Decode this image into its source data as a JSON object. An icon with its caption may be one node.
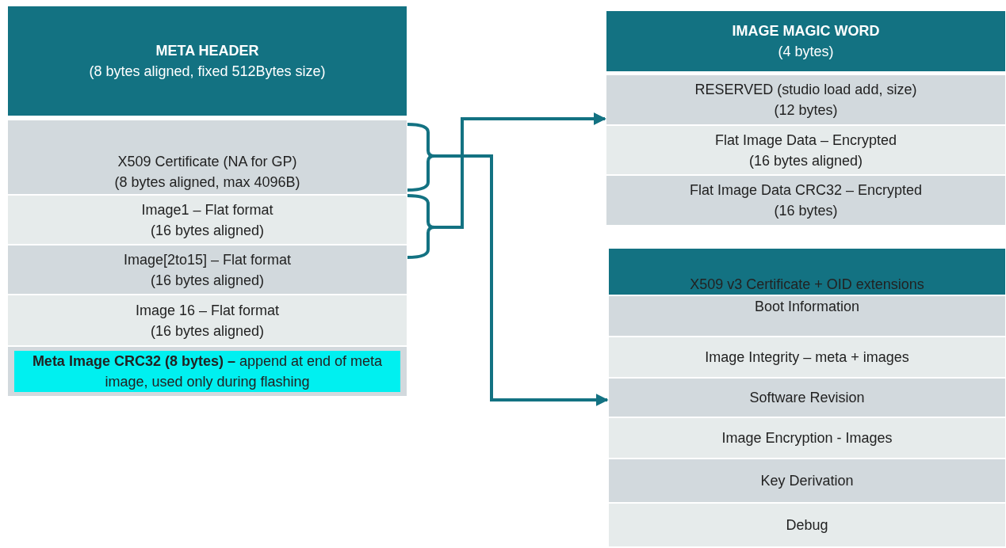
{
  "diagram": {
    "nodes": [
      {
        "text": [
          "META HEADER",
          "(8 bytes aligned, fixed 512Bytes size)"
        ]
      },
      {
        "text": [
          "X509 Certificate (NA for GP)",
          "(8 bytes aligned, max 4096B)"
        ]
      },
      {
        "text": [
          "Image1 – Flat format",
          "(16 bytes aligned)"
        ]
      },
      {
        "text": [
          "Image[2to15] – Flat format",
          "(16 bytes aligned)"
        ]
      },
      {
        "text": [
          "Image 16 – Flat format",
          "(16 bytes aligned)"
        ]
      },
      {
        "text": [
          "**Meta Image CRC32 (8 bytes) –** append at end of meta image, used only during flashing"
        ]
      },
      {
        "text": [
          "IMAGE MAGIC WORD",
          "(4 bytes)"
        ]
      },
      {
        "text": [
          "RESERVED (studio load add, size)",
          "(12 bytes)"
        ]
      },
      {
        "text": [
          "Flat Image Data – Encrypted",
          "(16 bytes aligned)"
        ]
      },
      {
        "text": [
          "Flat Image Data CRC32 – Encrypted",
          "(16 bytes)"
        ]
      },
      {
        "text": [
          "X509 v3 Certificate + OID extensions"
        ]
      },
      {
        "text": [
          "Boot Information"
        ]
      },
      {
        "text": [
          "Image Integrity – meta + images"
        ]
      },
      {
        "text": [
          "Software Revision"
        ]
      },
      {
        "text": [
          "Image Encryption - Images"
        ]
      },
      {
        "text": [
          "Key Derivation"
        ]
      },
      {
        "text": [
          "Debug"
        ]
      }
    ],
    "edges": [
      {
        "from": 1,
        "to": 13,
        "arrow": "to"
      },
      {
        "from": 2,
        "to": 7,
        "arrow": "to"
      },
      {
        "from": 3,
        "to": 7,
        "arrow": "to"
      }
    ]
  }
}
